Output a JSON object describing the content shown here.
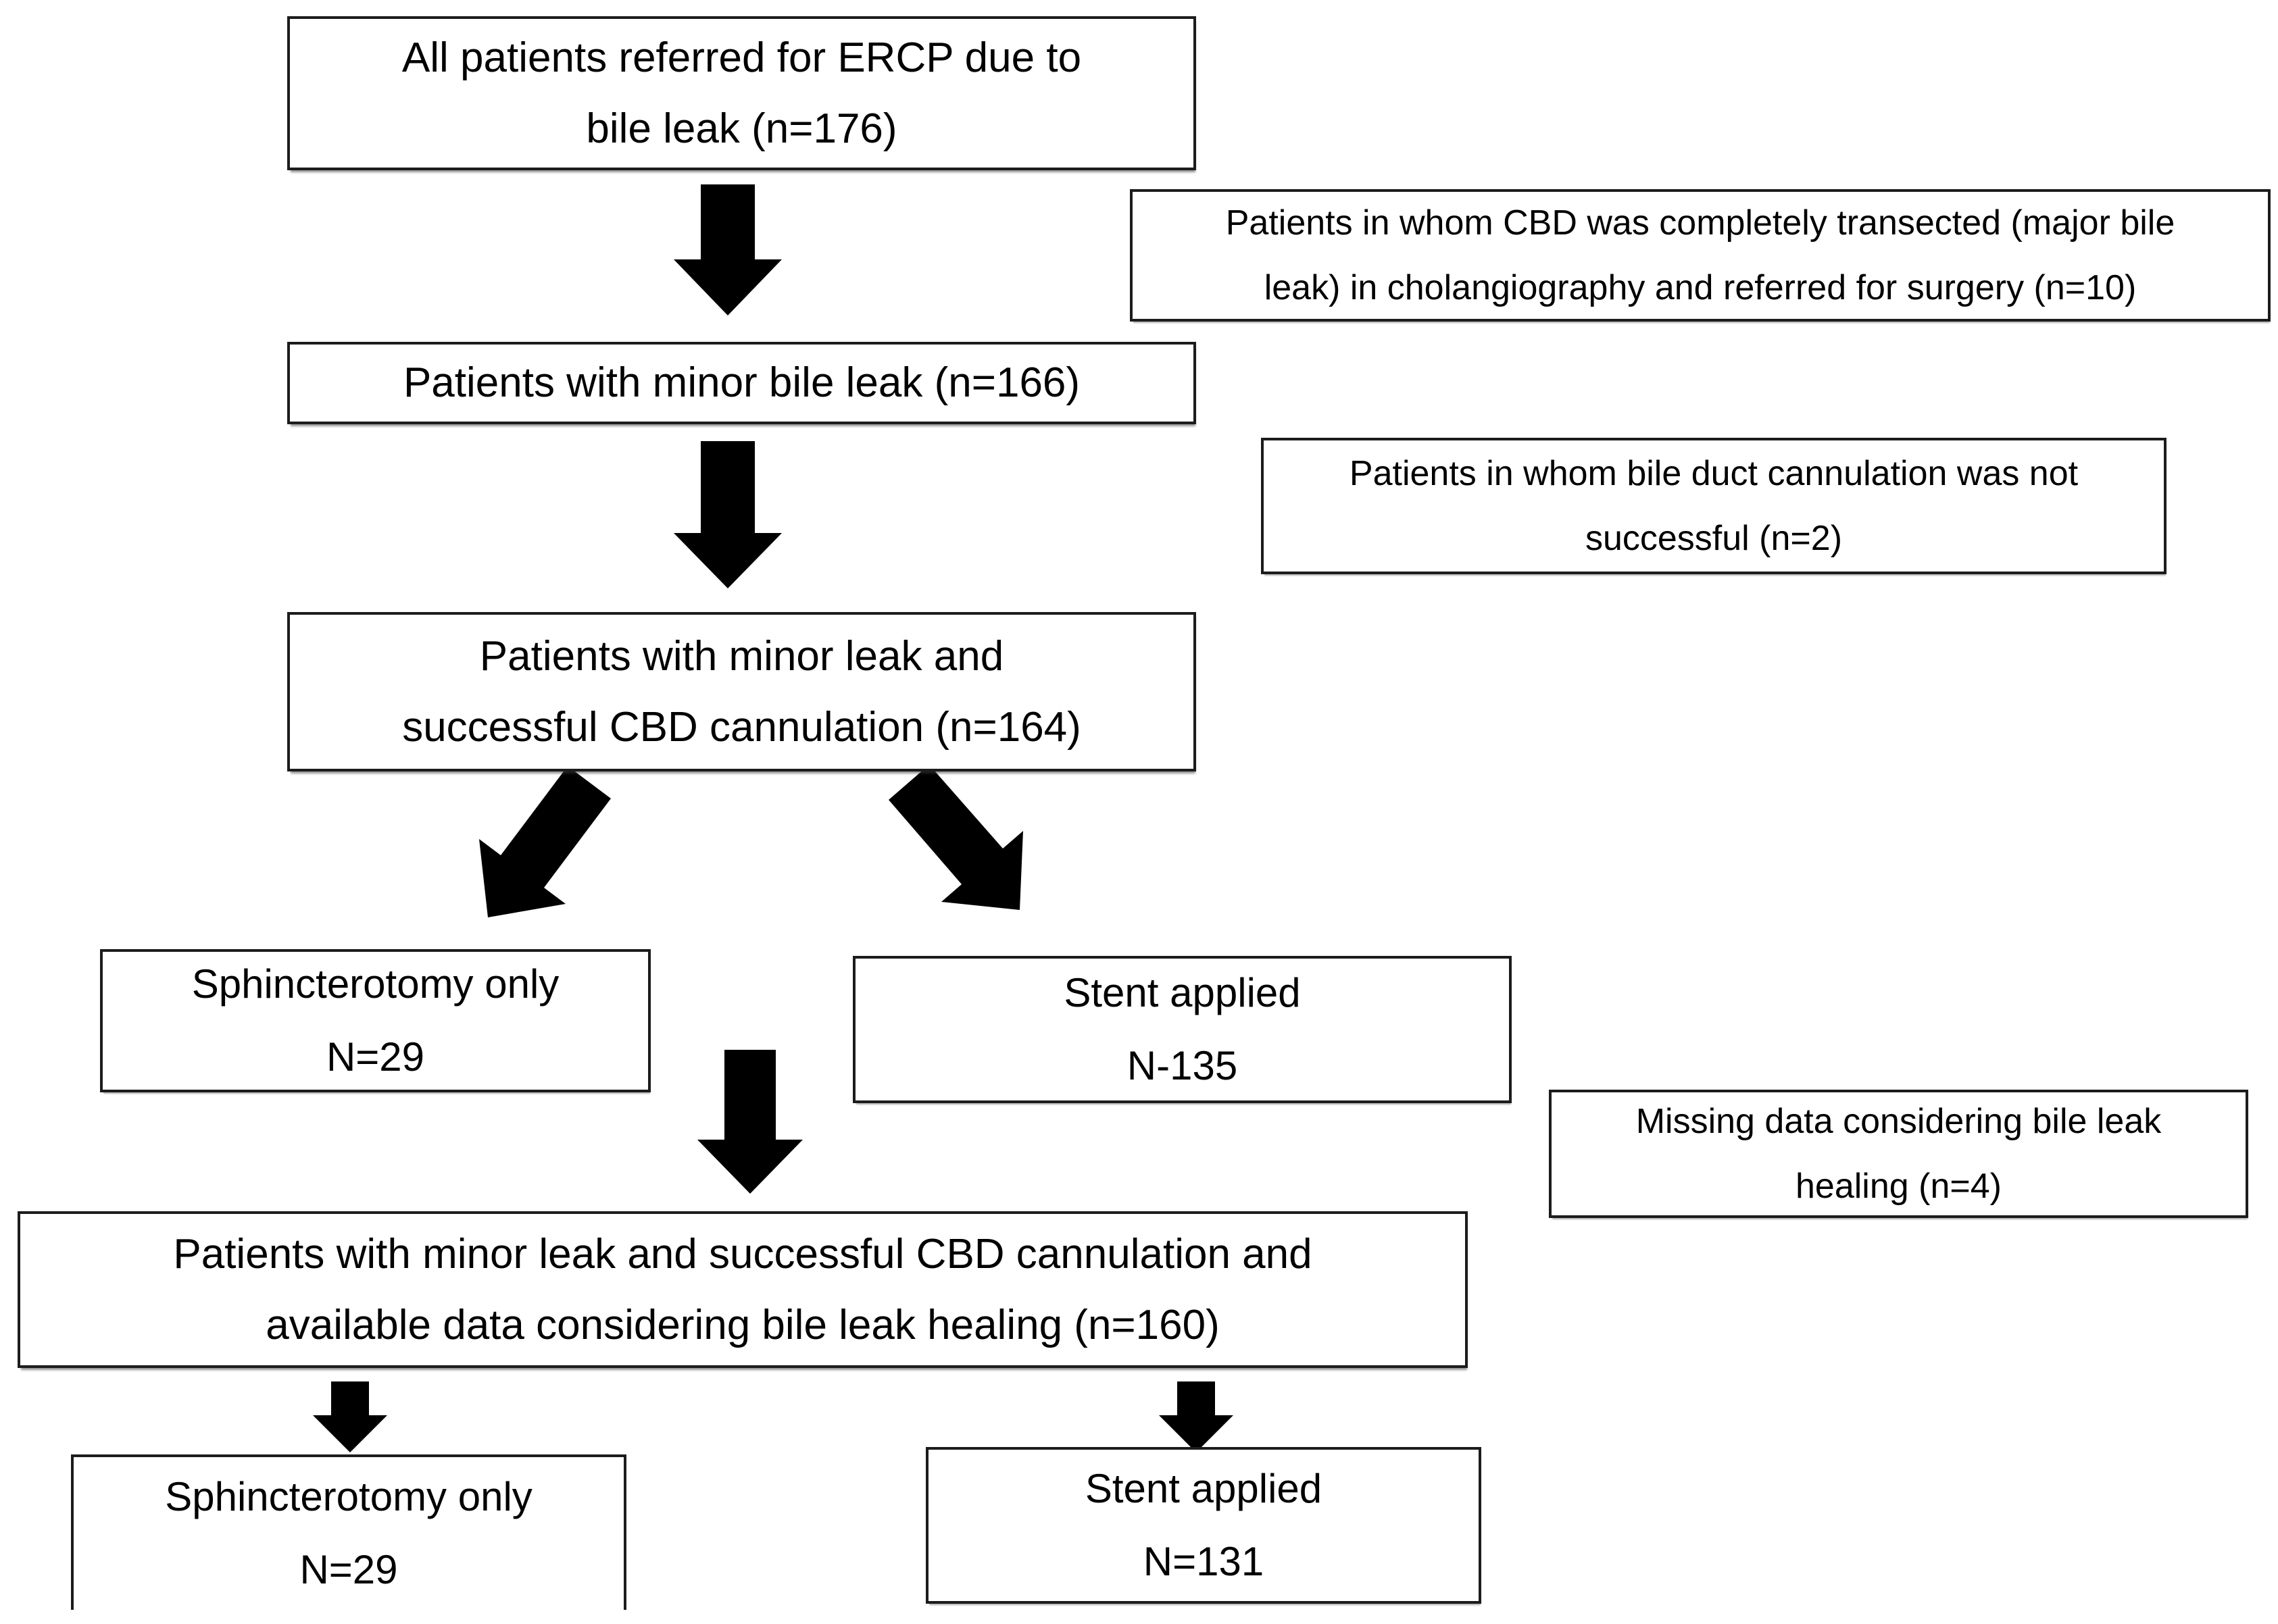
{
  "diagram": {
    "title_hint": "ERCP bile leak patient flow diagram",
    "colors": {
      "background": "#ffffff",
      "box_border": "#1c1c1c",
      "text": "#000000",
      "arrow": "#000000"
    },
    "boxes": {
      "referred": {
        "text": "All patients referred for ERCP due to\nbile leak (n=176)",
        "n": 176
      },
      "excluded_transected": {
        "text": "Patients in whom CBD was completely transected (major bile\nleak) in cholangiography and referred for surgery (n=10)",
        "n": 10
      },
      "minor_leak": {
        "text": "Patients with minor bile leak (n=166)",
        "n": 166
      },
      "excluded_cannulation": {
        "text": "Patients in whom bile duct cannulation was not\nsuccessful (n=2)",
        "n": 2
      },
      "successful_cannulation": {
        "text": "Patients with minor leak and\nsuccessful CBD cannulation (n=164)",
        "n": 164
      },
      "sphincterotomy_all": {
        "text": "Sphincterotomy only\nN=29",
        "n": 29
      },
      "stent_all": {
        "text": "Stent applied\nN-135",
        "n": 135
      },
      "excluded_missing": {
        "text": "Missing data considering bile leak\nhealing (n=4)",
        "n": 4
      },
      "available_data": {
        "text": "Patients with minor leak and successful CBD cannulation and\navailable data considering bile leak healing (n=160)",
        "n": 160
      },
      "sphincterotomy_final": {
        "text": "Sphincterotomy only\nN=29",
        "n": 29
      },
      "stent_final": {
        "text": "Stent applied\nN=131",
        "n": 131
      }
    },
    "connectors": [
      {
        "from": "referred",
        "to": "minor_leak",
        "type": "down-arrow"
      },
      {
        "from": "minor_leak",
        "to": "successful_cannulation",
        "type": "down-arrow"
      },
      {
        "from": "successful_cannulation",
        "to": "sphincterotomy_all",
        "type": "diagonal-down-left-arrow"
      },
      {
        "from": "successful_cannulation",
        "to": "stent_all",
        "type": "diagonal-down-right-arrow"
      },
      {
        "from": "successful_cannulation",
        "to": "available_data",
        "type": "down-arrow"
      },
      {
        "from": "available_data",
        "to": "sphincterotomy_final",
        "type": "down-arrow"
      },
      {
        "from": "available_data",
        "to": "stent_final",
        "type": "down-arrow"
      }
    ]
  }
}
